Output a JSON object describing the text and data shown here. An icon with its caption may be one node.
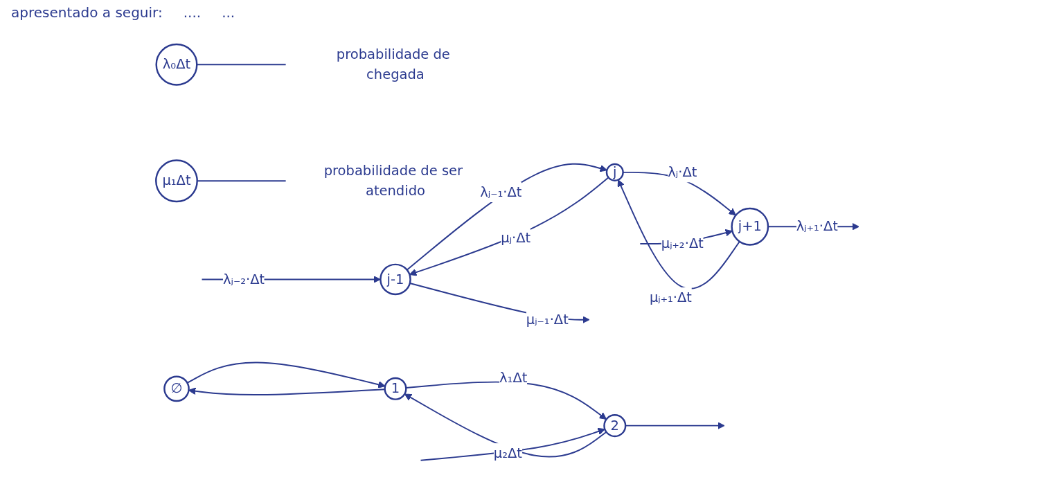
{
  "diagram": {
    "nodes": [
      {
        "text": [
          "λ₀Δt"
        ]
      },
      {
        "text": [
          "probabilidade de chegada"
        ]
      },
      {
        "text": [
          "∅"
        ]
      },
      {
        "text": [
          "1"
        ]
      },
      {
        "text": [
          "2"
        ]
      },
      {
        "text": [
          "j-1"
        ]
      },
      {
        "text": [
          "j"
        ]
      },
      {
        "text": [
          "j+1"
        ]
      },
      {
        "text": [
          "μ₁Δt"
        ]
      },
      {
        "text": [
          "probabilidade de ser atendido"
        ]
      }
    ],
    "edges": [
      {
        "from": 0,
        "to": 1,
        "arrow": "none"
      },
      {
        "from": 2,
        "to": 3,
        "arrow": "to"
      },
      {
        "from": 3,
        "to": 4,
        "arrow": "to",
        "label": "λ₁Δt"
      },
      {
        "from": 4,
        "to": null,
        "arrow": "to"
      },
      {
        "from": null,
        "to": 5,
        "arrow": "to",
        "label": "λⱼ₋₂·Δt"
      },
      {
        "from": 5,
        "to": 6,
        "arrow": "to",
        "label": "λⱼ₋₁·Δt"
      },
      {
        "from": 6,
        "to": 7,
        "arrow": "to",
        "label": "λⱼ·Δt"
      },
      {
        "from": 7,
        "to": null,
        "arrow": "to",
        "label": "λⱼ₊₁·Δt"
      },
      {
        "from": 3,
        "to": 2,
        "arrow": "to"
      },
      {
        "from": 4,
        "to": 3,
        "arrow": "to",
        "label": "μ₂Δt"
      },
      {
        "from": null,
        "to": 4,
        "arrow": "to"
      },
      {
        "from": 5,
        "to": null,
        "arrow": "to",
        "label": "μⱼ₋₁·Δt"
      },
      {
        "from": 6,
        "to": 5,
        "arrow": "to",
        "label": "μⱼ·Δt"
      },
      {
        "from": 7,
        "to": 6,
        "arrow": "to",
        "label": "μⱼ₊₁·Δt"
      },
      {
        "from": null,
        "to": 7,
        "arrow": "to",
        "label": "μⱼ₊₂·Δt"
      },
      {
        "from": 8,
        "to": 9,
        "arrow": "none"
      }
    ],
    "labels": [
      "apresentado a seguir:",
      "....",
      "..."
    ]
  }
}
